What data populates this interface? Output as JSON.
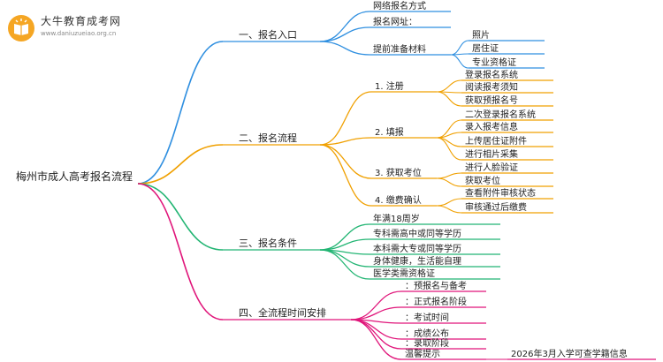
{
  "brand": {
    "name": "大牛教育成考网",
    "url": "www.daniuzueiao.org.cn"
  },
  "colors": {
    "blue": "#2f8fe0",
    "orange": "#f0a000",
    "green": "#22b573",
    "magenta": "#e0157a",
    "text": "#222222"
  },
  "mindmap": {
    "root": "梅州市成人高考报名流程",
    "branches": [
      {
        "label": "一、报名入口",
        "color": "blue",
        "children": [
          {
            "label": "网络报名方式"
          },
          {
            "label": "报名网址："
          },
          {
            "label": "提前准备材料",
            "children": [
              "照片",
              "居住证",
              "专业资格证"
            ]
          }
        ]
      },
      {
        "label": "二、报名流程",
        "color": "orange",
        "children": [
          {
            "label": "1. 注册",
            "children": [
              "登录报名系统",
              "阅读报考须知",
              "获取预报名号"
            ]
          },
          {
            "label": "2. 填报",
            "children": [
              "二次登录报名系统",
              "录入报考信息",
              "上传居住证附件",
              "进行相片采集"
            ]
          },
          {
            "label": "3. 获取考位",
            "children": [
              "进行人脸验证",
              "获取考位"
            ]
          },
          {
            "label": "4. 缴费确认",
            "children": [
              "查看附件审核状态",
              "审核通过后缴费"
            ]
          }
        ]
      },
      {
        "label": "三、报名条件",
        "color": "green",
        "children": [
          {
            "label": "年满18周岁"
          },
          {
            "label": "专科需高中或同等学历"
          },
          {
            "label": "本科需大专或同等学历"
          },
          {
            "label": "身体健康，生活能自理"
          },
          {
            "label": "医学类需资格证"
          }
        ]
      },
      {
        "label": "四、全流程时间安排",
        "color": "magenta",
        "children": [
          {
            "label": "：预报名与备考"
          },
          {
            "label": "：正式报名阶段"
          },
          {
            "label": "：考试时间"
          },
          {
            "label": "：成绩公布"
          },
          {
            "label": "：录取阶段"
          },
          {
            "label": "温馨提示",
            "children": [
              "2026年3月入学可查学籍信息"
            ]
          }
        ]
      }
    ]
  }
}
